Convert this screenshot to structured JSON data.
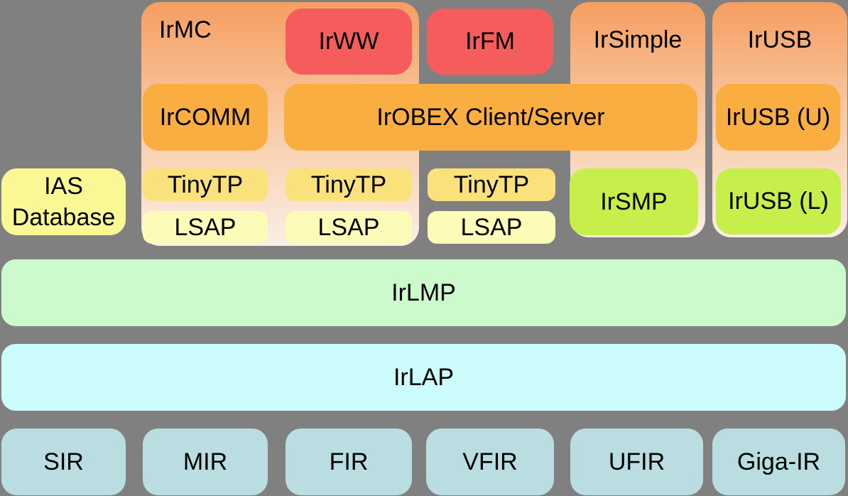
{
  "palette": {
    "background": "#808080",
    "app_red": "#F55C5C",
    "app_orange": "#FAAD40",
    "gold": "#FAE17C",
    "pale_yellow": "#FDFBB8",
    "yellow": "#FAF894",
    "green": "#C6EF4B",
    "lmp_green": "#CDFACD",
    "lap_cyan": "#CCFCFC",
    "phy_blue": "#B9DDE0",
    "container_top": "#F69E61",
    "container_mid": "#F8C9A2",
    "container_bottom": "#FBEEE6"
  },
  "containers": {
    "irmc": {
      "label": "IrMC"
    },
    "irsimple": {
      "label": "IrSimple"
    },
    "irusb": {
      "label": "IrUSB"
    }
  },
  "application": {
    "irww": "IrWW",
    "irfm": "IrFM"
  },
  "session": {
    "ircomm": "IrCOMM",
    "irobex": "IrOBEX Client/Server",
    "irusb_u": "IrUSB (U)"
  },
  "transport": {
    "ias": "IAS\nDatabase",
    "tinytp": [
      "TinyTP",
      "TinyTP",
      "TinyTP"
    ],
    "lsap": [
      "LSAP",
      "LSAP",
      "LSAP"
    ],
    "irsmp": "IrSMP",
    "irusb_l": "IrUSB (L)"
  },
  "link": {
    "irlmp": "IrLMP",
    "irlap": "IrLAP"
  },
  "physical": [
    "SIR",
    "MIR",
    "FIR",
    "VFIR",
    "UFIR",
    "Giga-IR"
  ]
}
